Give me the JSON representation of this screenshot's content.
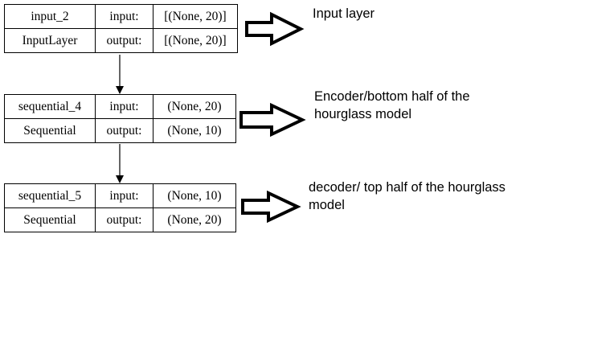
{
  "layers": [
    {
      "name": "input_2",
      "type": "InputLayer",
      "input_label": "input:",
      "output_label": "output:",
      "input_shape": "[(None, 20)]",
      "output_shape": "[(None, 20)]"
    },
    {
      "name": "sequential_4",
      "type": "Sequential",
      "input_label": "input:",
      "output_label": "output:",
      "input_shape": "(None, 20)",
      "output_shape": "(None, 10)"
    },
    {
      "name": "sequential_5",
      "type": "Sequential",
      "input_label": "input:",
      "output_label": "output:",
      "input_shape": "(None, 10)",
      "output_shape": "(None, 20)"
    }
  ],
  "annotations": {
    "input_layer": [
      "Input layer"
    ],
    "encoder": [
      "Encoder/bottom half of the",
      "hourglass model"
    ],
    "decoder": [
      "decoder/ top half of the hourglass",
      "model"
    ]
  },
  "colors": {
    "stroke": "#000000",
    "background": "#ffffff"
  }
}
